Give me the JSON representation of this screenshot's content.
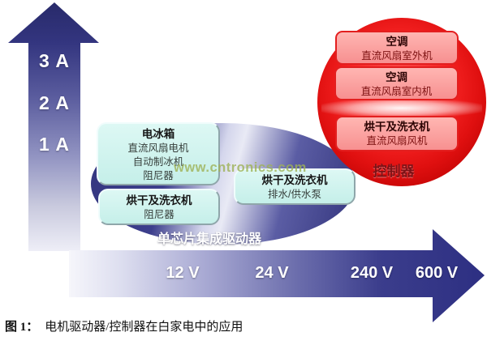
{
  "colors": {
    "axis_navy": "#2e3084",
    "ellipse_navy": "#3a3c8e",
    "controller_red": "#e81515",
    "driver_box_cyan": "#cdf2ee",
    "controller_box_pink": "#f9a0a0",
    "watermark_green": "#9eb256"
  },
  "watermark": {
    "text": "www.cntronics.com"
  },
  "current_axis": {
    "labels": [
      "3 A",
      "2 A",
      "1 A"
    ]
  },
  "voltage_axis": {
    "labels": [
      "12 V",
      "24 V",
      "240 V",
      "600 V"
    ]
  },
  "driver_group": {
    "label": "单芯片集成驱动器",
    "boxes": [
      {
        "title": "电冰箱",
        "lines": [
          "直流风扇电机",
          "自动制冰机",
          "阻尼器"
        ]
      },
      {
        "title": "烘干及洗衣机",
        "lines": [
          "阻尼器"
        ]
      },
      {
        "title": "烘干及洗衣机",
        "lines": [
          "排水/供水泵"
        ]
      }
    ]
  },
  "controller_group": {
    "label": "控制器",
    "boxes": [
      {
        "title": "空调",
        "lines": [
          "直流风扇室外机"
        ]
      },
      {
        "title": "空调",
        "lines": [
          "直流风扇室内机"
        ]
      },
      {
        "title": "烘干及洗衣机",
        "lines": [
          "直流风扇风机"
        ]
      }
    ]
  },
  "caption": {
    "label": "图 1：",
    "text": "电机驱动器/控制器在白家电中的应用"
  }
}
